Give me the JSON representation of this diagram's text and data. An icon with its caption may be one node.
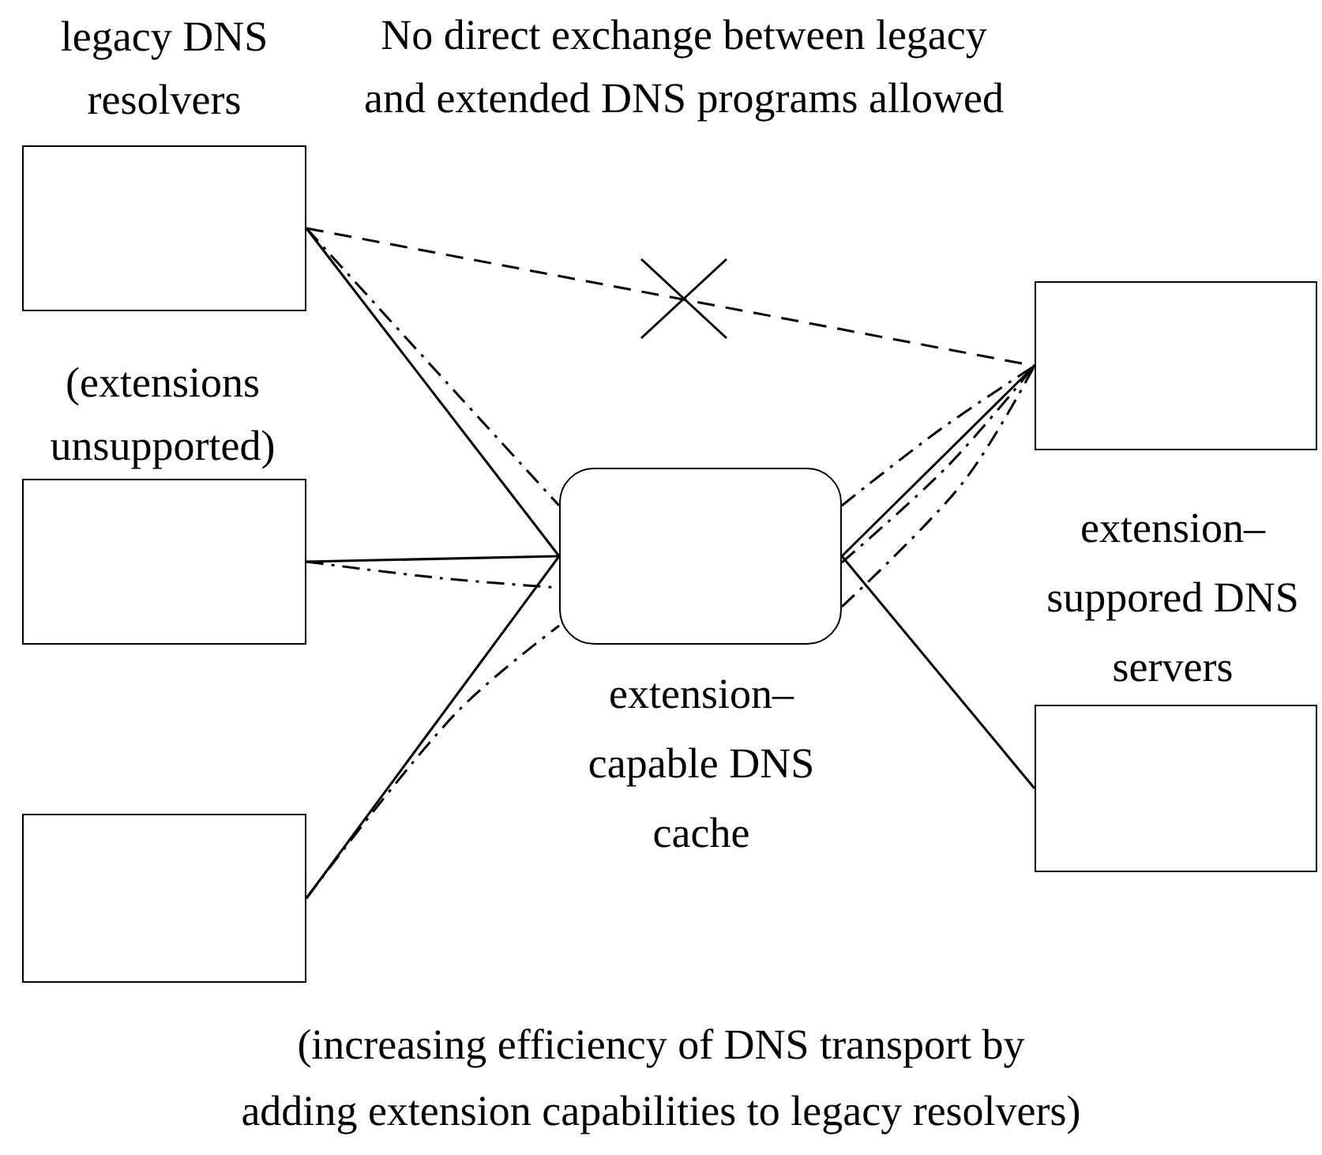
{
  "diagram": {
    "caption": "(increasing efficiency of DNS transport by adding extension capabilities to legacy resolvers)",
    "nodes": [
      {
        "text": [],
        "shape": "box",
        "beside": [
          "legacy DNS resolvers"
        ]
      },
      {
        "text": [],
        "shape": "box"
      },
      {
        "text": [],
        "shape": "box"
      },
      {
        "text": [],
        "shape": "box",
        "beside": [
          "extension– capable DNS cache"
        ]
      },
      {
        "text": [],
        "shape": "box"
      },
      {
        "text": [],
        "shape": "box"
      }
    ],
    "edges": [
      {
        "from": 0,
        "to": 4,
        "arrow": "none",
        "style": "dashed"
      },
      {
        "from": 0,
        "to": 3,
        "arrow": "none"
      },
      {
        "from": 1,
        "to": 3,
        "arrow": "none"
      },
      {
        "from": 2,
        "to": 3,
        "arrow": "none"
      },
      {
        "from": 3,
        "to": 4,
        "arrow": "none"
      },
      {
        "from": 3,
        "to": 5,
        "arrow": "none"
      },
      {
        "from": 0,
        "to": 3,
        "arrow": "none",
        "style": "dashed"
      },
      {
        "from": 1,
        "to": 3,
        "arrow": "none",
        "style": "dashed"
      },
      {
        "from": 2,
        "to": 3,
        "arrow": "none",
        "style": "dashed"
      },
      {
        "from": 3,
        "to": 4,
        "arrow": "none",
        "style": "dashed"
      },
      {
        "from": 3,
        "to": 4,
        "arrow": "none",
        "style": "dashed"
      },
      {
        "from": 3,
        "to": 4,
        "arrow": "none",
        "style": "dashed"
      }
    ],
    "labels": [
      "No direct exchange between legacy and extended DNS programs allowed",
      "(extensions unsupported)",
      "extension– suppored DNS servers"
    ]
  }
}
